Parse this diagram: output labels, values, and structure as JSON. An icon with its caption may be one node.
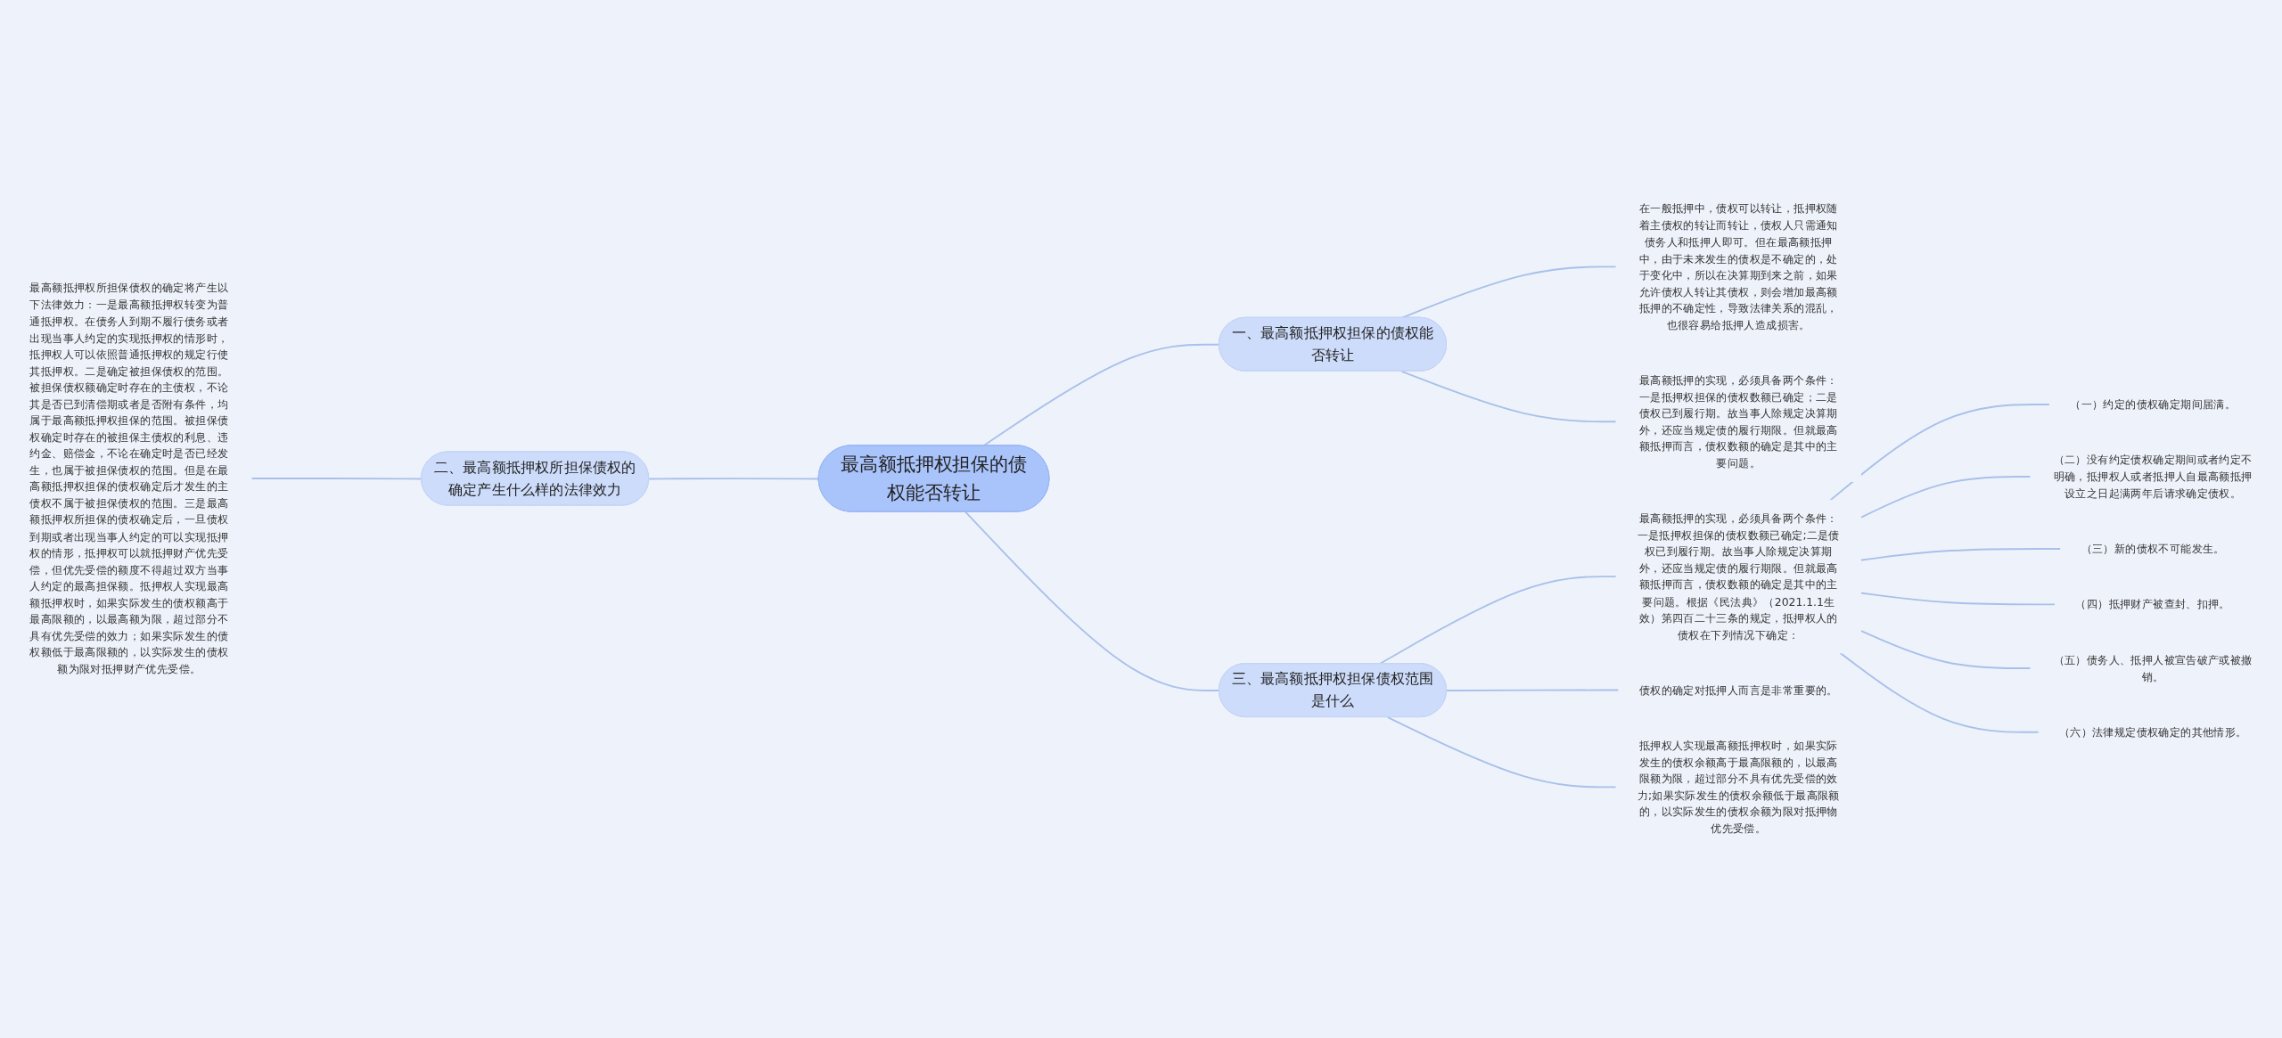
{
  "diagram": {
    "nodes": [
      {
        "text": [
          "最高额抵押权担保的债权能否转让"
        ]
      },
      {
        "text": [
          "一、最高额抵押权担保的债权能否转让"
        ]
      },
      {
        "text": [
          "在一般抵押中，债权可以转让，抵押权随着主债权的转让而转让，债权人只需通知债务人和抵押人即可。但在最高额抵押中，由于未来发生的债权是不确定的，处于变化中，所以在决算期到来之前，如果允许债权人转让其债权，则会增加最高额抵押的不确定性，导致法律关系的混乱，也很容易给抵押人造成损害。"
        ]
      },
      {
        "text": [
          "最高额抵押的实现，必须具备两个条件：一是抵押权担保的债权数额已确定；二是债权已到履行期。故当事人除规定决算期外，还应当规定债的履行期限。但就最高额抵押而言，债权数额的确定是其中的主要问题。"
        ]
      },
      {
        "text": [
          "二、最高额抵押权所担保债权的确定产生什么样的法律效力"
        ]
      },
      {
        "text": [
          "最高额抵押权所担保债权的确定将产生以下法律效力：一是最高额抵押权转变为普通抵押权。在债务人到期不履行债务或者出现当事人约定的实现抵押权的情形时，抵押权人可以依照普通抵押权的规定行使其抵押权。二是确定被担保债权的范围。被担保债权额确定时存在的主债权，不论其是否已到清偿期或者是否附有条件，均属于最高额抵押权担保的范围。被担保债权确定时存在的被担保主债权的利息、违约金、赔偿金，不论在确定时是否已经发生，也属于被担保债权的范围。但是在最高额抵押权担保的债权确定后才发生的主债权不属于被担保债权的范围。三是最高额抵押权所担保的债权确定后，一旦债权到期或者出现当事人约定的可以实现抵押权的情形，抵押权可以就抵押财产优先受偿，但优先受偿的额度不得超过双方当事人约定的最高担保额。抵押权人实现最高额抵押权时，如果实际发生的债权额高于最高限额的，以最高额为限，超过部分不具有优先受偿的效力；如果实际发生的债权额低于最高限额的，以实际发生的债权额为限对抵押财产优先受偿。"
        ]
      },
      {
        "text": [
          "三、最高额抵押权担保债权范围是什么"
        ]
      },
      {
        "text": [
          "最高额抵押的实现，必须具备两个条件：一是抵押权担保的债权数额已确定;二是债权已到履行期。故当事人除规定决算期外，还应当规定债的履行期限。但就最高额抵押而言，债权数额的确定是其中的主要问题。根据《民法典》（2021.1.1生效）第四百二十三条的规定，抵押权人的债权在下列情况下确定："
        ]
      },
      {
        "text": [
          "（一）约定的债权确定期间届满。"
        ]
      },
      {
        "text": [
          "（二）没有约定债权确定期间或者约定不明确，抵押权人或者抵押人自最高额抵押设立之日起满两年后请求确定债权。"
        ]
      },
      {
        "text": [
          "（三）新的债权不可能发生。"
        ]
      },
      {
        "text": [
          "（四）抵押财产被查封、扣押。"
        ]
      },
      {
        "text": [
          "（五）债务人、抵押人被宣告破产或被撤销。"
        ]
      },
      {
        "text": [
          "（六）法律规定债权确定的其他情形。"
        ]
      },
      {
        "text": [
          "债权的确定对抵押人而言是非常重要的。"
        ]
      },
      {
        "text": [
          "抵押权人实现最高额抵押权时，如果实际发生的债权余额高于最高限额的，以最高限额为限，超过部分不具有优先受偿的效力;如果实际发生的债权余额低于最高限额的，以实际发生的债权余额为限对抵押物优先受偿。"
        ]
      }
    ],
    "edges": [
      {
        "from": 0,
        "to": 1,
        "arrow": "none"
      },
      {
        "from": 1,
        "to": 2,
        "arrow": "none"
      },
      {
        "from": 1,
        "to": 3,
        "arrow": "none"
      },
      {
        "from": 5,
        "to": 4,
        "arrow": "none"
      },
      {
        "from": 4,
        "to": 0,
        "arrow": "none"
      },
      {
        "from": 0,
        "to": 6,
        "arrow": "none"
      },
      {
        "from": 6,
        "to": 7,
        "arrow": "none"
      },
      {
        "from": 7,
        "to": 8,
        "arrow": "none"
      },
      {
        "from": 7,
        "to": 9,
        "arrow": "none"
      },
      {
        "from": 7,
        "to": 10,
        "arrow": "none"
      },
      {
        "from": 7,
        "to": 11,
        "arrow": "none"
      },
      {
        "from": 7,
        "to": 12,
        "arrow": "none"
      },
      {
        "from": 7,
        "to": 13,
        "arrow": "none"
      },
      {
        "from": 6,
        "to": 14,
        "arrow": "none"
      },
      {
        "from": 6,
        "to": 15,
        "arrow": "none"
      }
    ]
  }
}
